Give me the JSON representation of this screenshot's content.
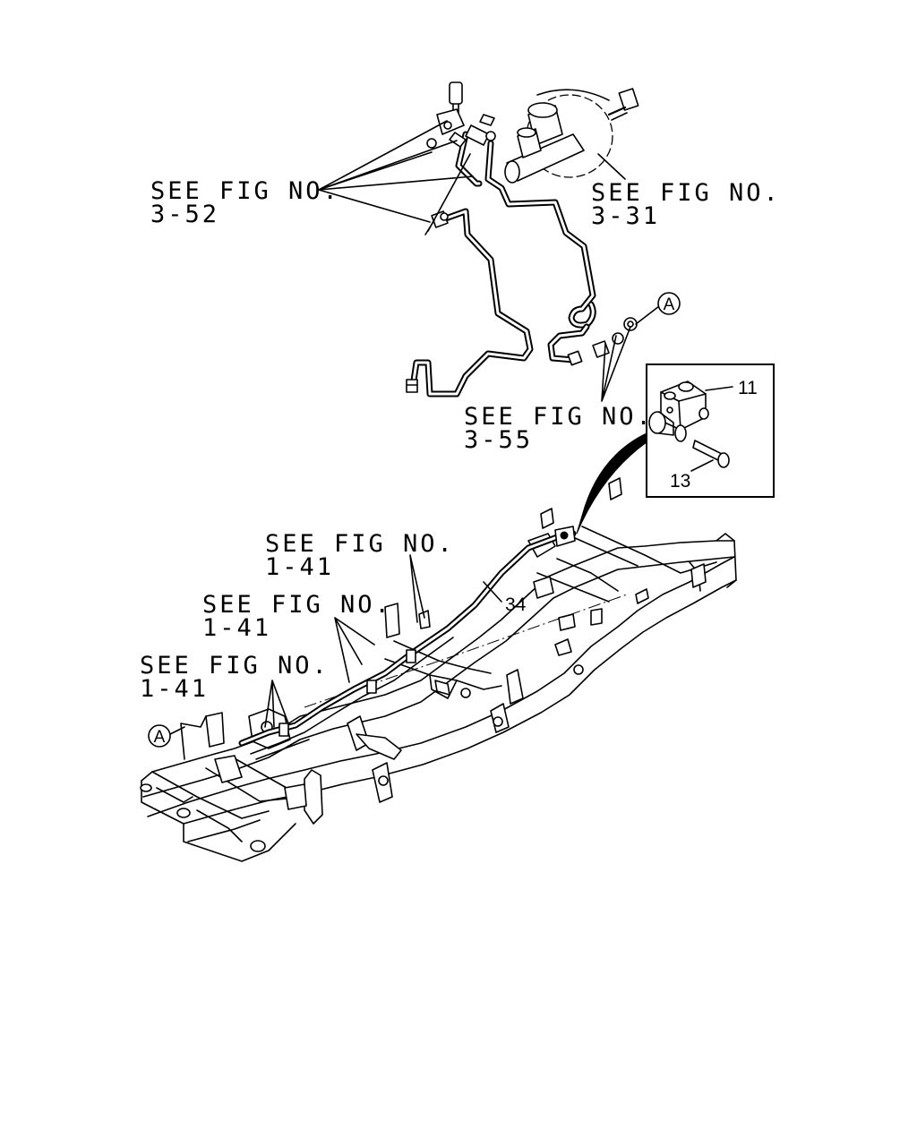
{
  "refs": {
    "top_left": {
      "title": "SEE FIG NO.",
      "number": "3-52"
    },
    "top_right": {
      "title": "SEE FIG NO.",
      "number": "3-31"
    },
    "middle": {
      "title": "SEE FIG NO.",
      "number": "3-55"
    },
    "frame_1": {
      "title": "SEE FIG NO.",
      "number": "1-41"
    },
    "frame_2": {
      "title": "SEE FIG NO.",
      "number": "1-41"
    },
    "frame_3": {
      "title": "SEE FIG NO.",
      "number": "1-41"
    }
  },
  "callouts": {
    "part_11": "11",
    "part_13": "13",
    "part_34": "34",
    "marker_a_top": "A",
    "marker_a_bottom": "A"
  }
}
